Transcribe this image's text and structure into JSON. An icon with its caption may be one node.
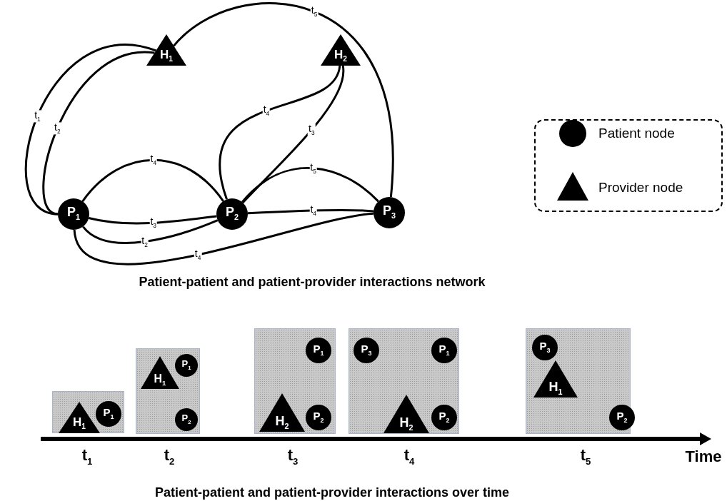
{
  "diagram": {
    "nodes": [
      {
        "text": [
          "H$_{1}$"
        ]
      },
      {
        "text": [
          "H$_{2}$"
        ]
      },
      {
        "text": [
          "P$_{1}$"
        ]
      },
      {
        "text": [
          "P$_{2}$"
        ]
      },
      {
        "text": [
          "P$_{3}$"
        ]
      },
      {
        "text": [],
        "shape": "box"
      },
      {
        "text": [
          "H$_{1}$"
        ],
        "in": 5
      },
      {
        "text": [
          "P$_{1}$"
        ],
        "in": 5
      },
      {
        "text": [],
        "shape": "box"
      },
      {
        "text": [
          "H$_{1}$"
        ],
        "in": 8
      },
      {
        "text": [
          "P$_{1}$"
        ],
        "in": 8
      },
      {
        "text": [
          "P$_{2}$"
        ],
        "in": 8
      },
      {
        "text": [],
        "shape": "box"
      },
      {
        "text": [
          "P$_{1}$"
        ],
        "in": 12
      },
      {
        "text": [
          "H$_{2}$"
        ],
        "in": 12
      },
      {
        "text": [
          "P$_{2}$"
        ],
        "in": 12
      },
      {
        "text": [],
        "shape": "box"
      },
      {
        "text": [
          "P$_{3}$"
        ],
        "in": 16
      },
      {
        "text": [
          "P$_{1}$"
        ],
        "in": 16
      },
      {
        "text": [
          "H$_{2}$"
        ],
        "in": 16
      },
      {
        "text": [
          "P$_{2}$"
        ],
        "in": 16
      },
      {
        "text": [],
        "shape": "box"
      },
      {
        "text": [
          "P$_{3}$"
        ],
        "in": 21
      },
      {
        "text": [
          "H$_{1}$"
        ],
        "in": 21
      },
      {
        "text": [
          "P$_{2}$"
        ],
        "in": 21
      }
    ],
    "edges": [
      {
        "from": 0,
        "to": 2,
        "label": "t$_{1}$",
        "arrow": "none"
      },
      {
        "from": 0,
        "to": 2,
        "label": "t$_{2}$",
        "arrow": "none"
      },
      {
        "from": 0,
        "to": 4,
        "label": "t$_{5}$",
        "arrow": "none"
      },
      {
        "from": 1,
        "to": 3,
        "label": "t$_{4}$",
        "arrow": "none"
      },
      {
        "from": 1,
        "to": 3,
        "label": "t$_{3}$",
        "arrow": "none"
      },
      {
        "from": 2,
        "to": 3,
        "label": "t$_{4}$",
        "arrow": "none"
      },
      {
        "from": 2,
        "to": 3,
        "label": "t$_{3}$",
        "arrow": "none"
      },
      {
        "from": 2,
        "to": 3,
        "label": "t$_{2}$",
        "arrow": "none"
      },
      {
        "from": 2,
        "to": 4,
        "label": "t$_{4}$",
        "arrow": "none"
      },
      {
        "from": 3,
        "to": 4,
        "label": "t$_{5}$",
        "arrow": "none"
      },
      {
        "from": 3,
        "to": 4,
        "label": "t$_{4}$",
        "arrow": "none"
      }
    ],
    "labels": [
      "Patient-patient and patient-provider interactions network",
      "t$_{1}$",
      "t$_{2}$",
      "t$_{3}$",
      "t$_{4}$",
      "t$_{5}$",
      "Time",
      "Patient-patient and patient-provider interactions over time"
    ],
    "legend": [
      {
        "text": "Patient node"
      },
      {
        "text": "Provider node"
      }
    ]
  }
}
